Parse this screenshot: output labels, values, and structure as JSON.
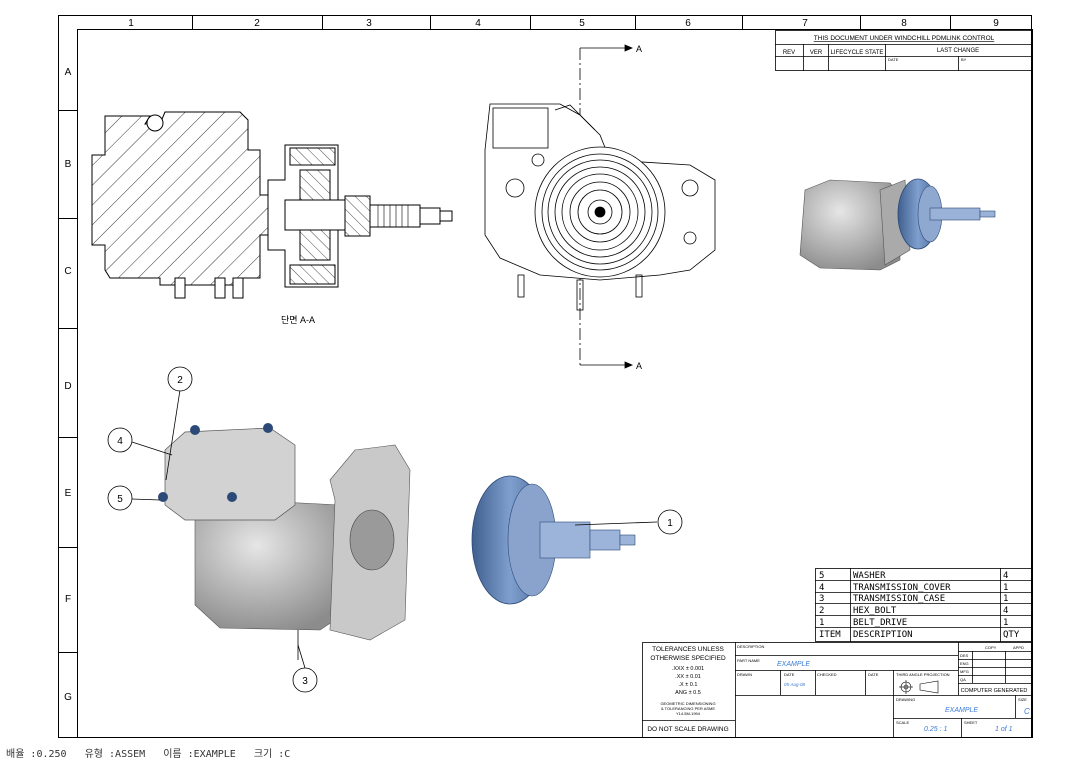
{
  "border": {
    "columns": [
      "1",
      "2",
      "3",
      "4",
      "5",
      "6",
      "7",
      "8",
      "9"
    ],
    "rows": [
      "A",
      "B",
      "C",
      "D",
      "E",
      "F",
      "G"
    ]
  },
  "revision_block": {
    "title": "THIS DOCUMENT UNDER WINDCHILL PDMLINK CONTROL",
    "headers": {
      "rev": "REV",
      "ver": "VER",
      "lifecycle": "LIFECYCLE STATE",
      "last_change": "LAST CHANGE",
      "date": "DATE",
      "by": "BY"
    }
  },
  "views": {
    "section_caption": "단면   A-A",
    "cut_label_top": "A",
    "cut_label_bottom": "A"
  },
  "callouts": [
    {
      "number": "1"
    },
    {
      "number": "2"
    },
    {
      "number": "3"
    },
    {
      "number": "4"
    },
    {
      "number": "5"
    }
  ],
  "bom": {
    "header": {
      "item": "ITEM",
      "description": "DESCRIPTION",
      "qty": "QTY"
    },
    "rows": [
      {
        "item": "5",
        "description": "WASHER",
        "qty": "4"
      },
      {
        "item": "4",
        "description": "TRANSMISSION_COVER",
        "qty": "1"
      },
      {
        "item": "3",
        "description": "TRANSMISSION_CASE",
        "qty": "1"
      },
      {
        "item": "2",
        "description": "HEX_BOLT",
        "qty": "4"
      },
      {
        "item": "1",
        "description": "BELT_DRIVE",
        "qty": "1"
      }
    ]
  },
  "title_block": {
    "tolerances": [
      "TOLERANCES UNLESS",
      "OTHERWISE SPECIFIED",
      ".XXX ± 0.001",
      ".XX ± 0.01",
      ".X ± 0.1",
      "ANG ± 0.5"
    ],
    "gdt_note": [
      "GEOMETRIC DIMENSIONING",
      "& TOLERANCING PER ASME",
      "Y14.5M-1994"
    ],
    "do_not_scale": "DO NOT SCALE DRAWING",
    "description_label": "DESCRIPTION",
    "part_name_label": "PART NAME",
    "part_name": "EXAMPLE",
    "drawn_label": "DRAWN",
    "date_label": "DATE",
    "checked_label": "CHECKED",
    "date_value": "05-Aug-08",
    "third_angle_label": "THIRD ANGLE PROJECTION",
    "copy_label": "COPY",
    "appd_label": "APPD",
    "side_labels": [
      "DES",
      "ENG",
      "MFG",
      "QA"
    ],
    "computer_generated": "COMPUTER GENERATED",
    "drawing_label": "DRAWING",
    "drawing_name": "EXAMPLE",
    "size_label": "SIZE",
    "size_value": "C",
    "scale_label": "SCALE",
    "scale_value": "0.25 : 1",
    "sheet_label": "SHEET",
    "sheet_value": "1 of 1"
  },
  "status_bar": {
    "text": "배율 :0.250   유형 :ASSEM   이름 :EXAMPLE   크기 :C"
  }
}
